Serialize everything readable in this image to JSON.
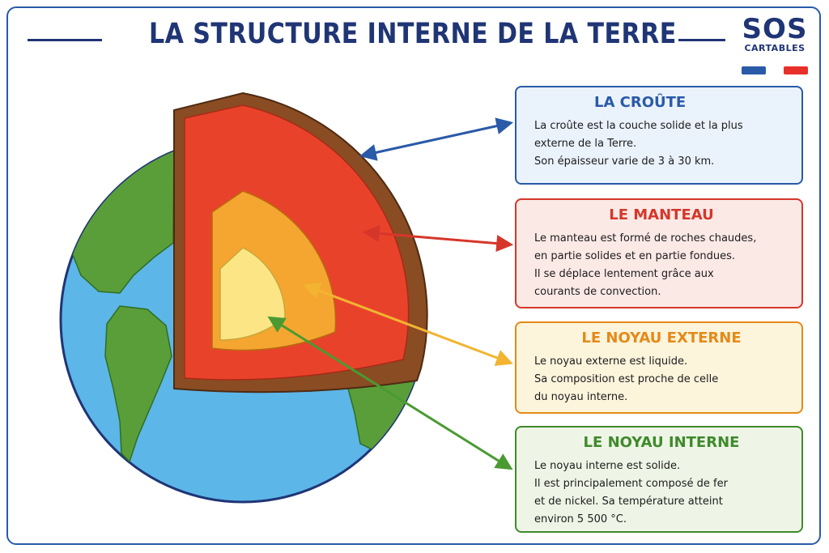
{
  "title": "LA STRUCTURE INTERNE DE LA TERRE",
  "logo": {
    "line1": "SOS",
    "line2": "CARTABLES"
  },
  "colors": {
    "navy": "#1f3575",
    "ocean": "#5cb6e8",
    "land": "#5a9e3a",
    "crust": "#8a4c22",
    "mantle": "#e8432a",
    "outer_core": "#f5a630",
    "inner_core": "#fbe585",
    "flag_blue": "#2a5aa8",
    "flag_red": "#e8302a"
  },
  "layers": [
    {
      "title": "LA CROÛTE",
      "color": "#2a5aa8",
      "background": "#eaf2fc",
      "lines": [
        "La croûte est la couche solide et la plus",
        "externe de la Terre.",
        "Son épaisseur varie de 3 à 30 km."
      ]
    },
    {
      "title": "LE MANTEAU",
      "color": "#d6362a",
      "background": "#fbe9e6",
      "lines": [
        "Le manteau est formé de roches chaudes,",
        "en partie solides et en partie fondues.",
        "Il se déplace lentement grâce aux",
        "courants de convection."
      ]
    },
    {
      "title": "LE NOYAU EXTERNE",
      "color": "#e48a18",
      "background": "#fdf4dc",
      "lines": [
        "Le noyau externe est liquide.",
        "Sa composition est proche de celle",
        "du noyau interne."
      ]
    },
    {
      "title": "LE NOYAU INTERNE",
      "color": "#3f8a2c",
      "background": "#eef5e6",
      "lines": [
        "Le noyau interne est solide.",
        "Il est principalement composé de fer",
        "et de nickel. Sa température atteint",
        "environ 5 500 °C."
      ]
    }
  ]
}
